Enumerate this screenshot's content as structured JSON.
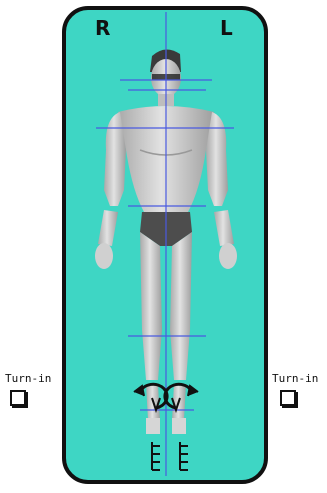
{
  "labels": {
    "right": "R",
    "left": "L"
  },
  "turn_in": {
    "left_label": "Turn-in",
    "right_label": "Turn-in",
    "left_checked": false,
    "right_checked": false
  },
  "colors": {
    "board_background": "#3ed6c4",
    "guide_line": "#4a5ae0",
    "figure": "#c9c9c9"
  }
}
